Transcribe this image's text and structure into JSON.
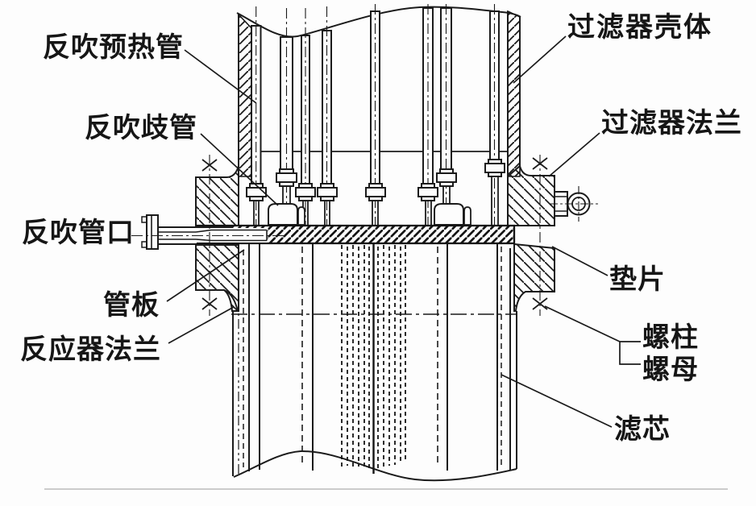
{
  "diagram": {
    "kind": "engineering-section-drawing",
    "background_color": "#fdfdfd",
    "ink_color": "#1b1b1b",
    "labels": {
      "backblow_preheat_pipe": "反吹预热管",
      "filter_shell": "过滤器壳体",
      "backblow_branch_pipe": "反吹歧管",
      "filter_flange": "过滤器法兰",
      "backblow_port": "反吹管口",
      "gasket": "垫片",
      "tube_sheet": "管板",
      "stud": "螺柱",
      "nut": "螺母",
      "reactor_flange": "反应器法兰",
      "filter_element": "滤芯"
    }
  }
}
